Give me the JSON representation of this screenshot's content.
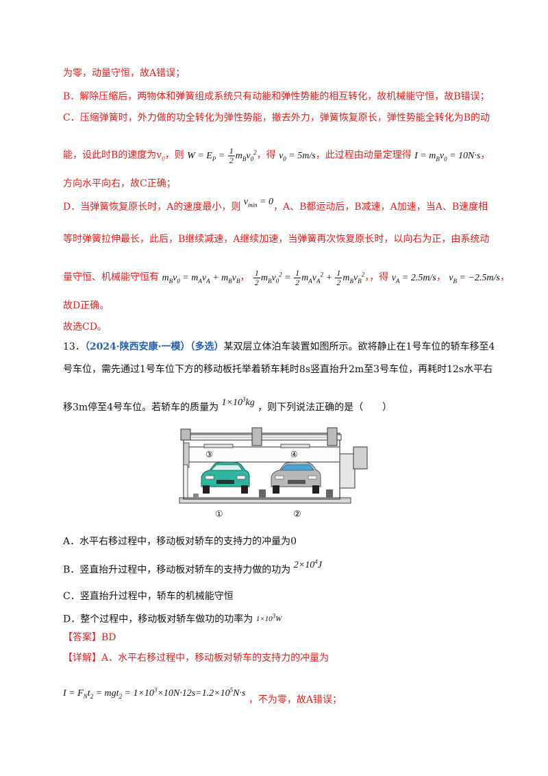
{
  "lines": {
    "l1": "为零，动量守恒，故A错误；",
    "l2": "B．解除压缩后，两物体和弹簧组成系统只有动能和弹性势能的相互转化，故机械能守恒，故B错误；",
    "l3": "C．压缩弹簧时，外力做的功全转化为弹性势能，撤去外力，弹簧恢复原长，弹性势能全转化为B的动",
    "l4a": "能，设此时B的速度为v",
    "l4b": "，则",
    "l4c": "，得",
    "l4d": "，此过程由动量定理得",
    "l5": "方向水平向右，故C正确；",
    "l6a": "D．当弹簧恢复原长时，A的速度最小，则",
    "l6b": "，A、B都运动后，B减速，A加速，当A、B速度相",
    "l7": "等时弹簧拉伸最长，此后，B继续减速，A继续加速，当弹簧再次恢复原长时，以向右为正，由系统动",
    "l8a": "量守恒、机械能守恒有",
    "l8b": "，得",
    "l9": "故D正确。",
    "l10": "故选CD。",
    "q13_num": "13．",
    "q13_tag": "（2024·陕西安康·一模）（多选）",
    "q13_a": "某双层立体泊车装置如图所示。欲将静止在1号车位的轿车移至4",
    "q13_b": "号车位，需先通过1号车位下方的移动板托举着轿车耗时8s竖直抬升2m至3号车位，再耗时12s水平右",
    "q13_c1": "移3m停至4号车位。若轿车的质量为",
    "q13_c2": "，则下列说法正确的是（　　）",
    "optA": "A．水平右移过程中，移动板对轿车的支持力的冲量为0",
    "optB": "B．竖直抬升过程中，移动板对轿车的支持力做的功为",
    "optC": "C．竖直抬升过程中，轿车的机械能守恒",
    "optD": "D．整个过程中，移动板对轿车做功的功率为",
    "answer": "【答案】BD",
    "detail_tag": "【详解】",
    "detail_a": "A．水平右移过程中，移动板对轿车的支持力的冲量为",
    "detail_b": "，不为零，故A错误；"
  },
  "math": {
    "W_lhs": "W = E",
    "W_sub": "P",
    "half_num": "1",
    "half_den": "2",
    "mBv0": "m",
    "v0_eq": "v",
    "v0_result": "= 5m/s",
    "I_eq": "I = m",
    "I_result": "= 10N·s",
    "vmin": "v",
    "vmin_sub": "min",
    "vmin_val": "= 0",
    "mom_eq": "m_B v_0 = m_A v_A + m_B v_B",
    "energy_eq": "½m_B v_0² = ½m_A v_A² + ½m_B v_B²",
    "vA_result": "v_A = 2.5m/s",
    "vB_result": "v_B = −2.5m/s",
    "mass": "1×10³kg",
    "workB": "2×10⁴J",
    "powerD": "1×10³W",
    "impulse": "I = F_N t_2 = mgt_2 = 1×10³×10N·12s = 1.2×10⁵N·s"
  },
  "figure_labels": {
    "spot1": "①",
    "spot2": "②",
    "spot3": "③",
    "spot4": "④"
  }
}
